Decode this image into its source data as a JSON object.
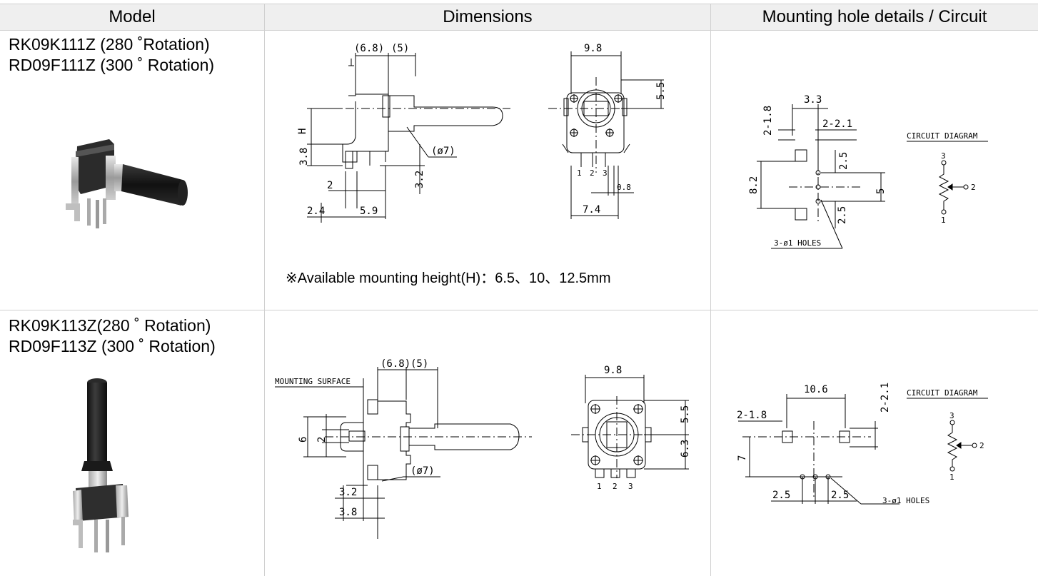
{
  "headers": {
    "model": "Model",
    "dimensions": "Dimensions",
    "mounting": "Mounting hole details / Circuit"
  },
  "rows": [
    {
      "model_lines": [
        "RK09K111Z (280 ˚Rotation)",
        "RD09F111Z (300 ˚ Rotation)"
      ],
      "note": "※Available mounting height(H)：6.5、10、12.5mm",
      "side_dims": [
        "(6.8)",
        "(5)",
        "H",
        "3.8",
        "2",
        "2.4",
        "5.9",
        "3.2",
        "(ø7)"
      ],
      "front_dims": [
        "9.8",
        "5.5",
        "0.8",
        "7.4"
      ],
      "pins": [
        "1",
        "2",
        "3"
      ],
      "hole_dims": [
        "3.3",
        "2-1.8",
        "2-2.1",
        "2.5",
        "8.2",
        "5",
        "2.5"
      ],
      "holes_label": "3-ø1 HOLES",
      "circuit_title": "CIRCUIT DIAGRAM"
    },
    {
      "model_lines": [
        "RK09K113Z(280 ˚ Rotation)",
        "RD09F113Z (300 ˚ Rotation)"
      ],
      "mounting_surface": "MOUNTING SURFACE",
      "side_dims": [
        "(6.8)",
        "(5)",
        "6",
        "2",
        "(ø7)",
        "3.2",
        "3.8"
      ],
      "front_dims": [
        "9.8",
        "5.5",
        "6.3"
      ],
      "pins": [
        "1",
        "2",
        "3"
      ],
      "hole_dims": [
        "10.6",
        "2-1.8",
        "2-2.1",
        "7",
        "2.5",
        "2.5"
      ],
      "holes_label": "3-ø1 HOLES",
      "circuit_title": "CIRCUIT DIAGRAM"
    }
  ]
}
